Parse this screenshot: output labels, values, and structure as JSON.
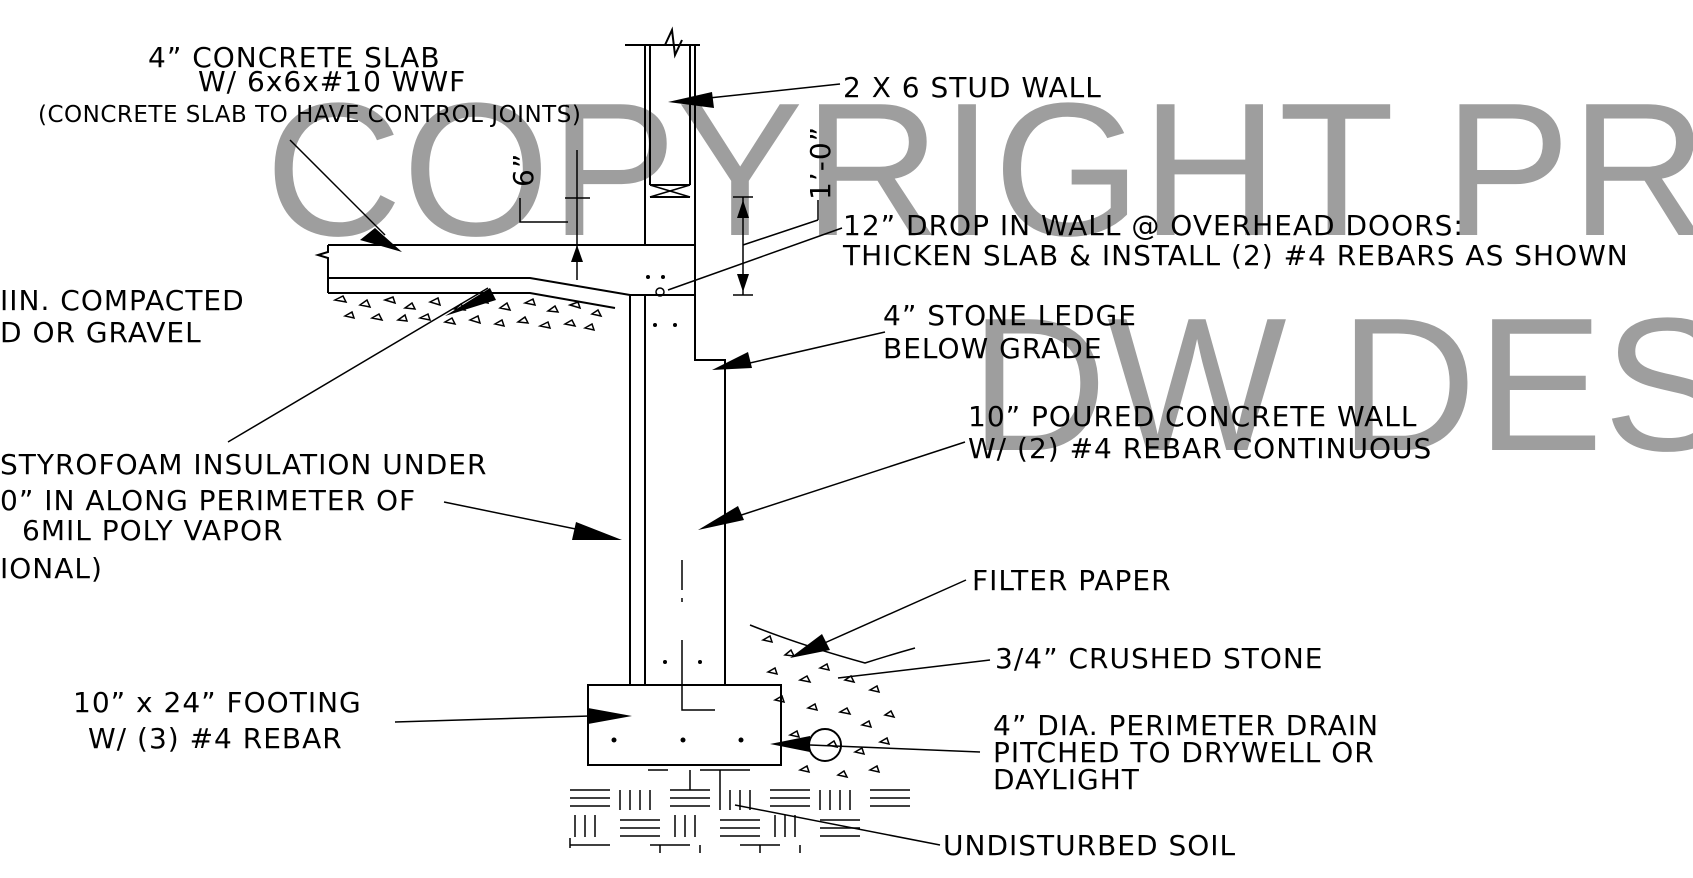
{
  "labels": {
    "concrete_slab_1": "4” CONCRETE SLAB",
    "concrete_slab_2": "W/ 6x6x#10 WWF",
    "concrete_slab_3": "(CONCRETE SLAB TO HAVE CONTROL JOINTS)",
    "stud_wall": "2 X 6 STUD WALL",
    "drop_1": "12” DROP IN WALL @ OVERHEAD DOORS:",
    "drop_2": "THICKEN SLAB & INSTALL (2) #4 REBARS AS SHOWN",
    "dim_6": "6”",
    "dim_1_0": "1’-0”",
    "compacted_1": "IIN. COMPACTED",
    "compacted_2": "D OR GRAVEL",
    "stone_ledge_1": "4” STONE LEDGE",
    "stone_ledge_2": "BELOW GRADE",
    "wall_1": "10” POURED CONCRETE WALL",
    "wall_2": "W/ (2) #4 REBAR CONTINUOUS",
    "insulation_1": "STYROFOAM INSULATION UNDER",
    "insulation_2": "0” IN ALONG PERIMETER OF",
    "insulation_3": "6MIL POLY VAPOR",
    "insulation_4": "IONAL)",
    "filter_paper": "FILTER PAPER",
    "crushed_stone": "3/4” CRUSHED STONE",
    "footing_1": "10” x 24” FOOTING",
    "footing_2": "W/ (3) #4 REBAR",
    "drain_1": "4” DIA. PERIMETER DRAIN",
    "drain_2": "PITCHED TO DRYWELL OR",
    "drain_3": "DAYLIGHT",
    "soil": "UNDISTURBED SOIL"
  },
  "watermark": {
    "line1": "COPYRIGHT PR",
    "line2": "DW DES",
    "color": "#9e9e9e"
  }
}
